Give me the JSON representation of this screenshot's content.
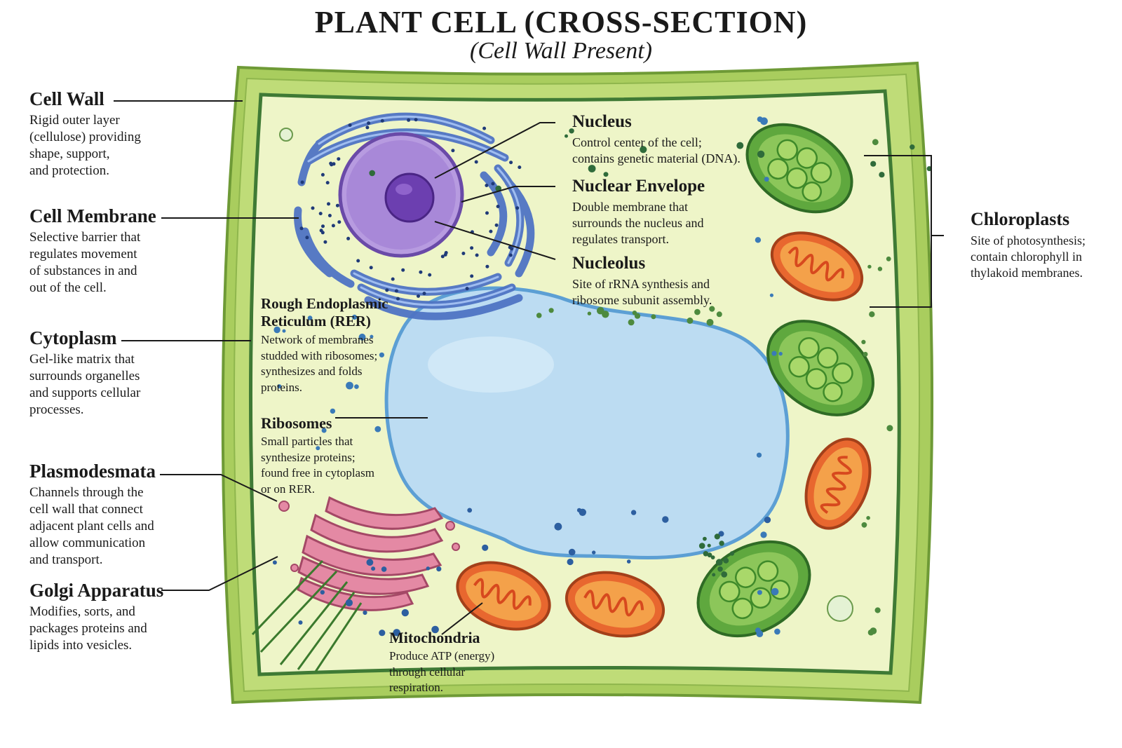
{
  "title": "PLANT CELL (CROSS-SECTION)",
  "subtitle": "(Cell Wall Present)",
  "colors": {
    "cell_wall": "#a9cd5e",
    "cytoplasm": "#eef5c8",
    "membrane": "#3f7a35",
    "nucleus": "#9e7ccf",
    "er": "#6f93d8",
    "vacuole": "#bcdcf2",
    "chloroplast": "#5fa83e",
    "mitochondria": "#e8672f",
    "golgi": "#e489a4"
  },
  "labels": {
    "cell_wall": {
      "title": "Cell Wall",
      "desc": [
        "Rigid outer layer",
        "(cellulose) providing",
        "shape, support,",
        "and protection."
      ]
    },
    "cell_membrane": {
      "title": "Cell Membrane",
      "desc": [
        "Selective barrier that",
        "regulates movement",
        "of substances in and",
        "out of the cell."
      ]
    },
    "cytoplasm": {
      "title": "Cytoplasm",
      "desc": [
        "Gel-like matrix that",
        "surrounds organelles",
        "and supports cellular",
        "processes."
      ]
    },
    "plasmodesmata": {
      "title": "Plasmodesmata",
      "desc": [
        "Channels through the",
        "cell wall that connect",
        "adjacent plant cells and",
        "allow communication",
        "and transport."
      ]
    },
    "golgi": {
      "title": "Golgi Apparatus",
      "desc": [
        "Modifies, sorts, and",
        "packages proteins and",
        "lipids into vesicles."
      ]
    },
    "nucleus": {
      "title": "Nucleus",
      "desc": [
        "Control center of the cell;",
        "contains genetic material (DNA)."
      ]
    },
    "nuclear_envelope": {
      "title": "Nuclear Envelope",
      "desc": [
        "Double membrane that",
        "surrounds the nucleus and",
        "regulates transport."
      ]
    },
    "nucleolus": {
      "title": "Nucleolus",
      "desc": [
        "Site of rRNA synthesis and",
        "ribosome subunit assembly."
      ]
    },
    "rer": {
      "title": "Rough Endoplasmic Reticulum (RER)",
      "title_lines": [
        "Rough Endoplasmic",
        "Reticulum (RER)"
      ],
      "desc": [
        "Network of membranes",
        "studded with ribosomes;",
        "synthesizes and folds",
        "proteins."
      ]
    },
    "ribosomes": {
      "title": "Ribosomes",
      "desc": [
        "Small particles that",
        "synthesize proteins;",
        "found free in cytoplasm",
        "or on RER."
      ]
    },
    "mitochondria": {
      "title": "Mitochondria",
      "desc": [
        "Produce ATP (energy)",
        "through cellular",
        "respiration."
      ]
    },
    "chloroplasts": {
      "title": "Chloroplasts",
      "desc": [
        "Site of photosynthesis;",
        "contain chlorophyll in",
        "thylakoid membranes."
      ]
    }
  }
}
